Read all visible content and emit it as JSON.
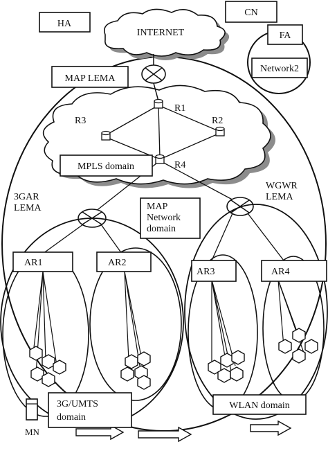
{
  "labels": {
    "ha": "HA",
    "cn": "CN",
    "fa": "FA",
    "internet": "INTERNET",
    "network2": "Network2",
    "map_lema": "MAP LEMA",
    "r1": "R1",
    "r2": "R2",
    "r3": "R3",
    "r4": "R4",
    "mpls_domain": "MPLS domain",
    "gar_lema_line1": "3GAR",
    "gar_lema_line2": "LEMA",
    "map_network_line1": "MAP",
    "map_network_line2": "Network",
    "map_network_line3": "domain",
    "wgwr_lema_line1": "WGWR",
    "wgwr_lema_line2": "LEMA",
    "ar1": "AR1",
    "ar2": "AR2",
    "ar3": "AR3",
    "ar4": "AR4",
    "umts_line1": "3G/UMTS",
    "umts_line2": "domain",
    "wlan_domain": "WLAN domain",
    "mn": "MN"
  },
  "colors": {
    "stroke": "#111111",
    "cloud_fill": "#ffffff",
    "cloud_shadow": "#8c8c8c",
    "background": "#ffffff"
  }
}
